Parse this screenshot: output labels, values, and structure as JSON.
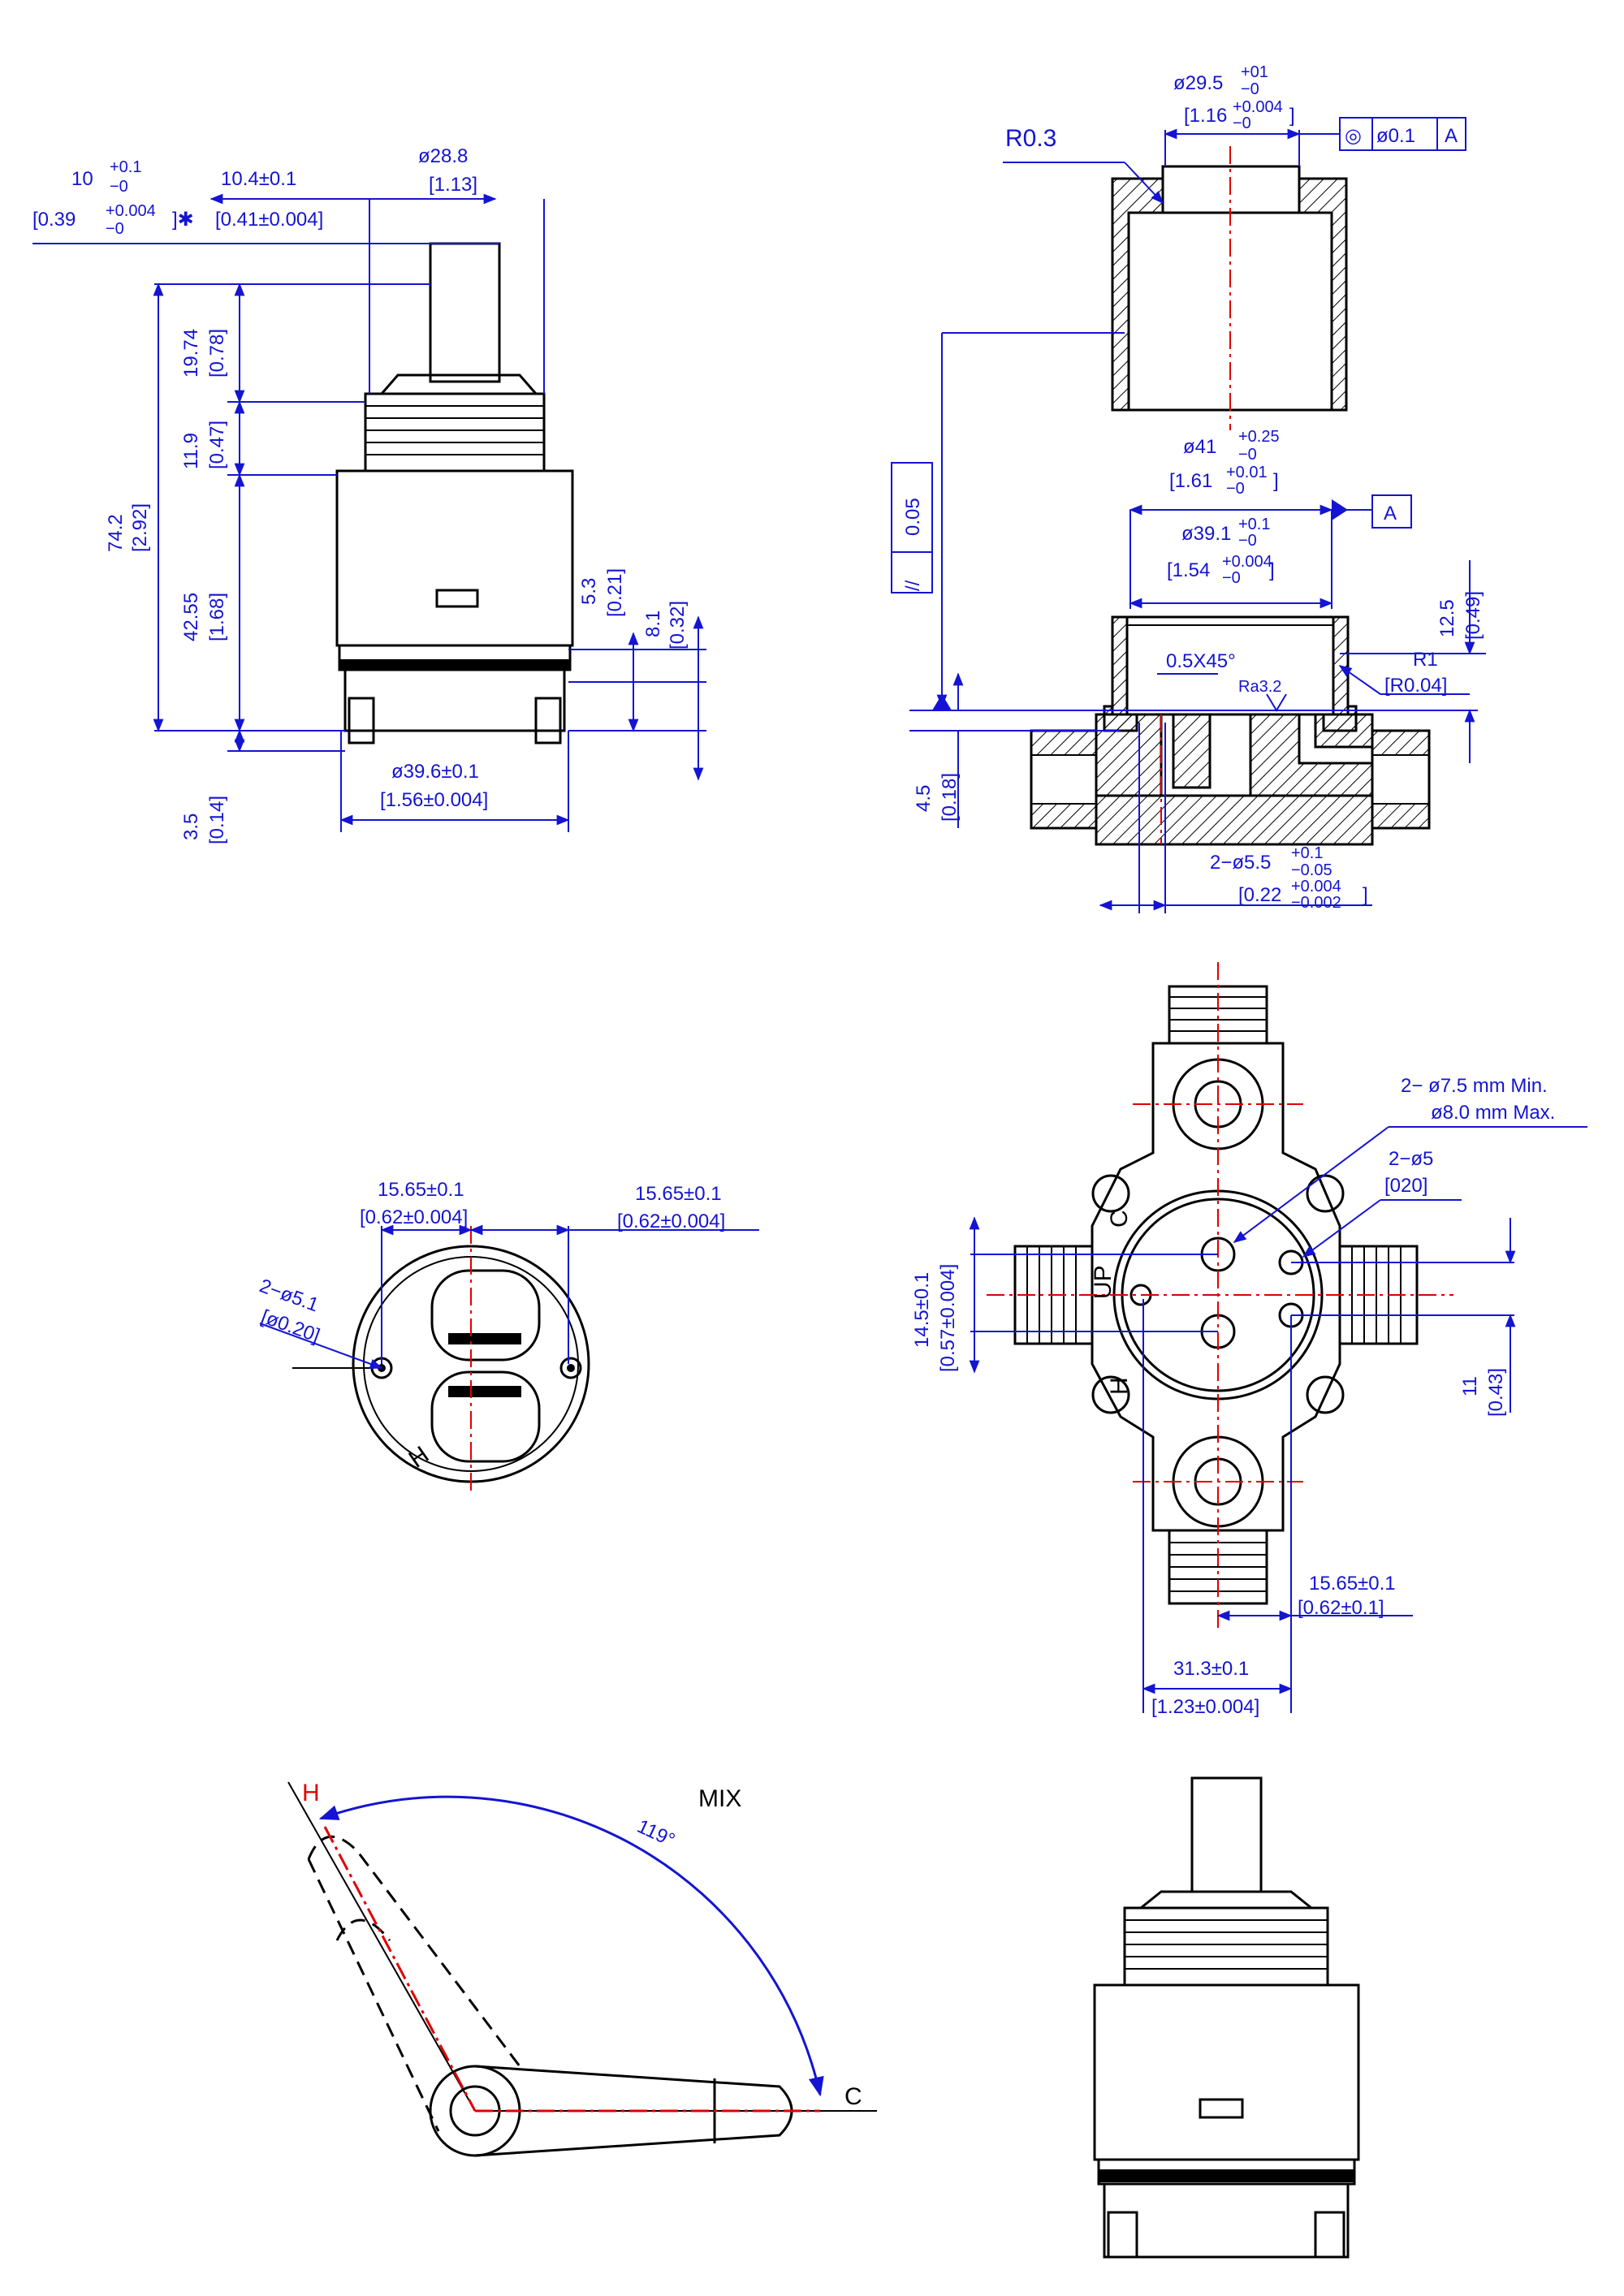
{
  "colors": {
    "outline": "#000000",
    "dimension": "#1414d2",
    "centerline": "#e00000",
    "hatch": "#000000",
    "background": "#ffffff"
  },
  "view_side": {
    "dims": {
      "top_left_1": "10",
      "top_left_1_tol_plus": "+0.1",
      "top_left_1_tol_minus": "−0",
      "top_left_2": "[0.39",
      "top_left_2_tol_plus": "+0.004",
      "top_left_2_tol_minus": "−0",
      "top_left_2_suffix": "]✱",
      "top_mid_1": "10.4±0.1",
      "top_mid_2": "[0.41±0.004]",
      "dia_top_1": "ø28.8",
      "dia_top_2": "[1.13]",
      "h_1974_1": "19.74",
      "h_1974_2": "[0.78]",
      "h_119_1": "11.9",
      "h_119_2": "[0.47]",
      "h_742_1": "74.2",
      "h_742_2": "[2.92]",
      "h_4255_1": "42.55",
      "h_4255_2": "[1.68]",
      "h_53_1": "5.3",
      "h_53_2": "[0.21]",
      "h_81_1": "8.1",
      "h_81_2": "[0.32]",
      "h_35_1": "3.5",
      "h_35_2": "[0.14]",
      "dia_body_1": "ø39.6±0.1",
      "dia_body_2": "[1.56±0.004]"
    }
  },
  "view_section": {
    "dims": {
      "r03": "R0.3",
      "dia_top_1": "ø29.5",
      "dia_top_1_plus": "+01",
      "dia_top_1_minus": "−0",
      "dia_top_2": "[1.16",
      "dia_top_2_plus": "+0.004",
      "dia_top_2_minus": "−0",
      "dia_top_2_end": "]",
      "concentric_symbol": "◎",
      "concentric_tol": "ø0.1",
      "concentric_datum": "A",
      "dia_41_1": "ø41",
      "dia_41_1_plus": "+0.25",
      "dia_41_1_minus": "−0",
      "dia_41_2": "[1.61",
      "dia_41_2_plus": "+0.01",
      "dia_41_2_minus": "−0",
      "dia_41_2_end": "]",
      "datum_a": "A",
      "parallel_symbol": "//",
      "parallel_tol": "0.05",
      "dia_391_1": "ø39.1",
      "dia_391_1_plus": "+0.1",
      "dia_391_1_minus": "−0",
      "dia_391_2": "[1.54",
      "dia_391_2_plus": "+0.004",
      "dia_391_2_minus": "−0",
      "dia_391_2_end": "]",
      "h_125_1": "12.5",
      "h_125_2": "[0.49]",
      "chamfer": "0.5X45°",
      "roughness": "Ra3.2",
      "r1_1": "R1",
      "r1_2": "[R0.04]",
      "h_45_1": "4.5",
      "h_45_2": "[0.18]",
      "holes_1": "2−ø5.5",
      "holes_1_plus": "+0.1",
      "holes_1_minus": "−0.05",
      "holes_2": "[0.22",
      "holes_2_plus": "+0.004",
      "holes_2_minus": "−0.002",
      "holes_2_end": "]"
    }
  },
  "view_bottom": {
    "dims": {
      "left_1": "15.65±0.1",
      "left_2": "[0.62±0.004]",
      "right_1": "15.65±0.1",
      "right_2": "[0.62±0.004]",
      "pins_1": "2−ø5.1",
      "pins_2": "[ø0.20]"
    },
    "marks": {
      "h_mark": "H"
    }
  },
  "view_body_top": {
    "dims": {
      "bore_1": "2− ø7.5  mm  Min.",
      "bore_2": "ø8.0  mm  Max.",
      "pins_1": "2−ø5",
      "pins_2": "[020]",
      "v_145_1": "14.5±0.1",
      "v_145_2": "[0.57±0.004]",
      "v_11_1": "11",
      "v_11_2": "[0.43]",
      "h_1565_1": "15.65±0.1",
      "h_1565_2": "[0.62±0.1]",
      "h_313_1": "31.3±0.1",
      "h_313_2": "[1.23±0.004]"
    },
    "marks": {
      "up": "UP",
      "c": "C",
      "h": "H"
    }
  },
  "view_lever": {
    "labels": {
      "hot": "H",
      "cold": "C",
      "mix": "MIX",
      "angle": "119°"
    }
  }
}
